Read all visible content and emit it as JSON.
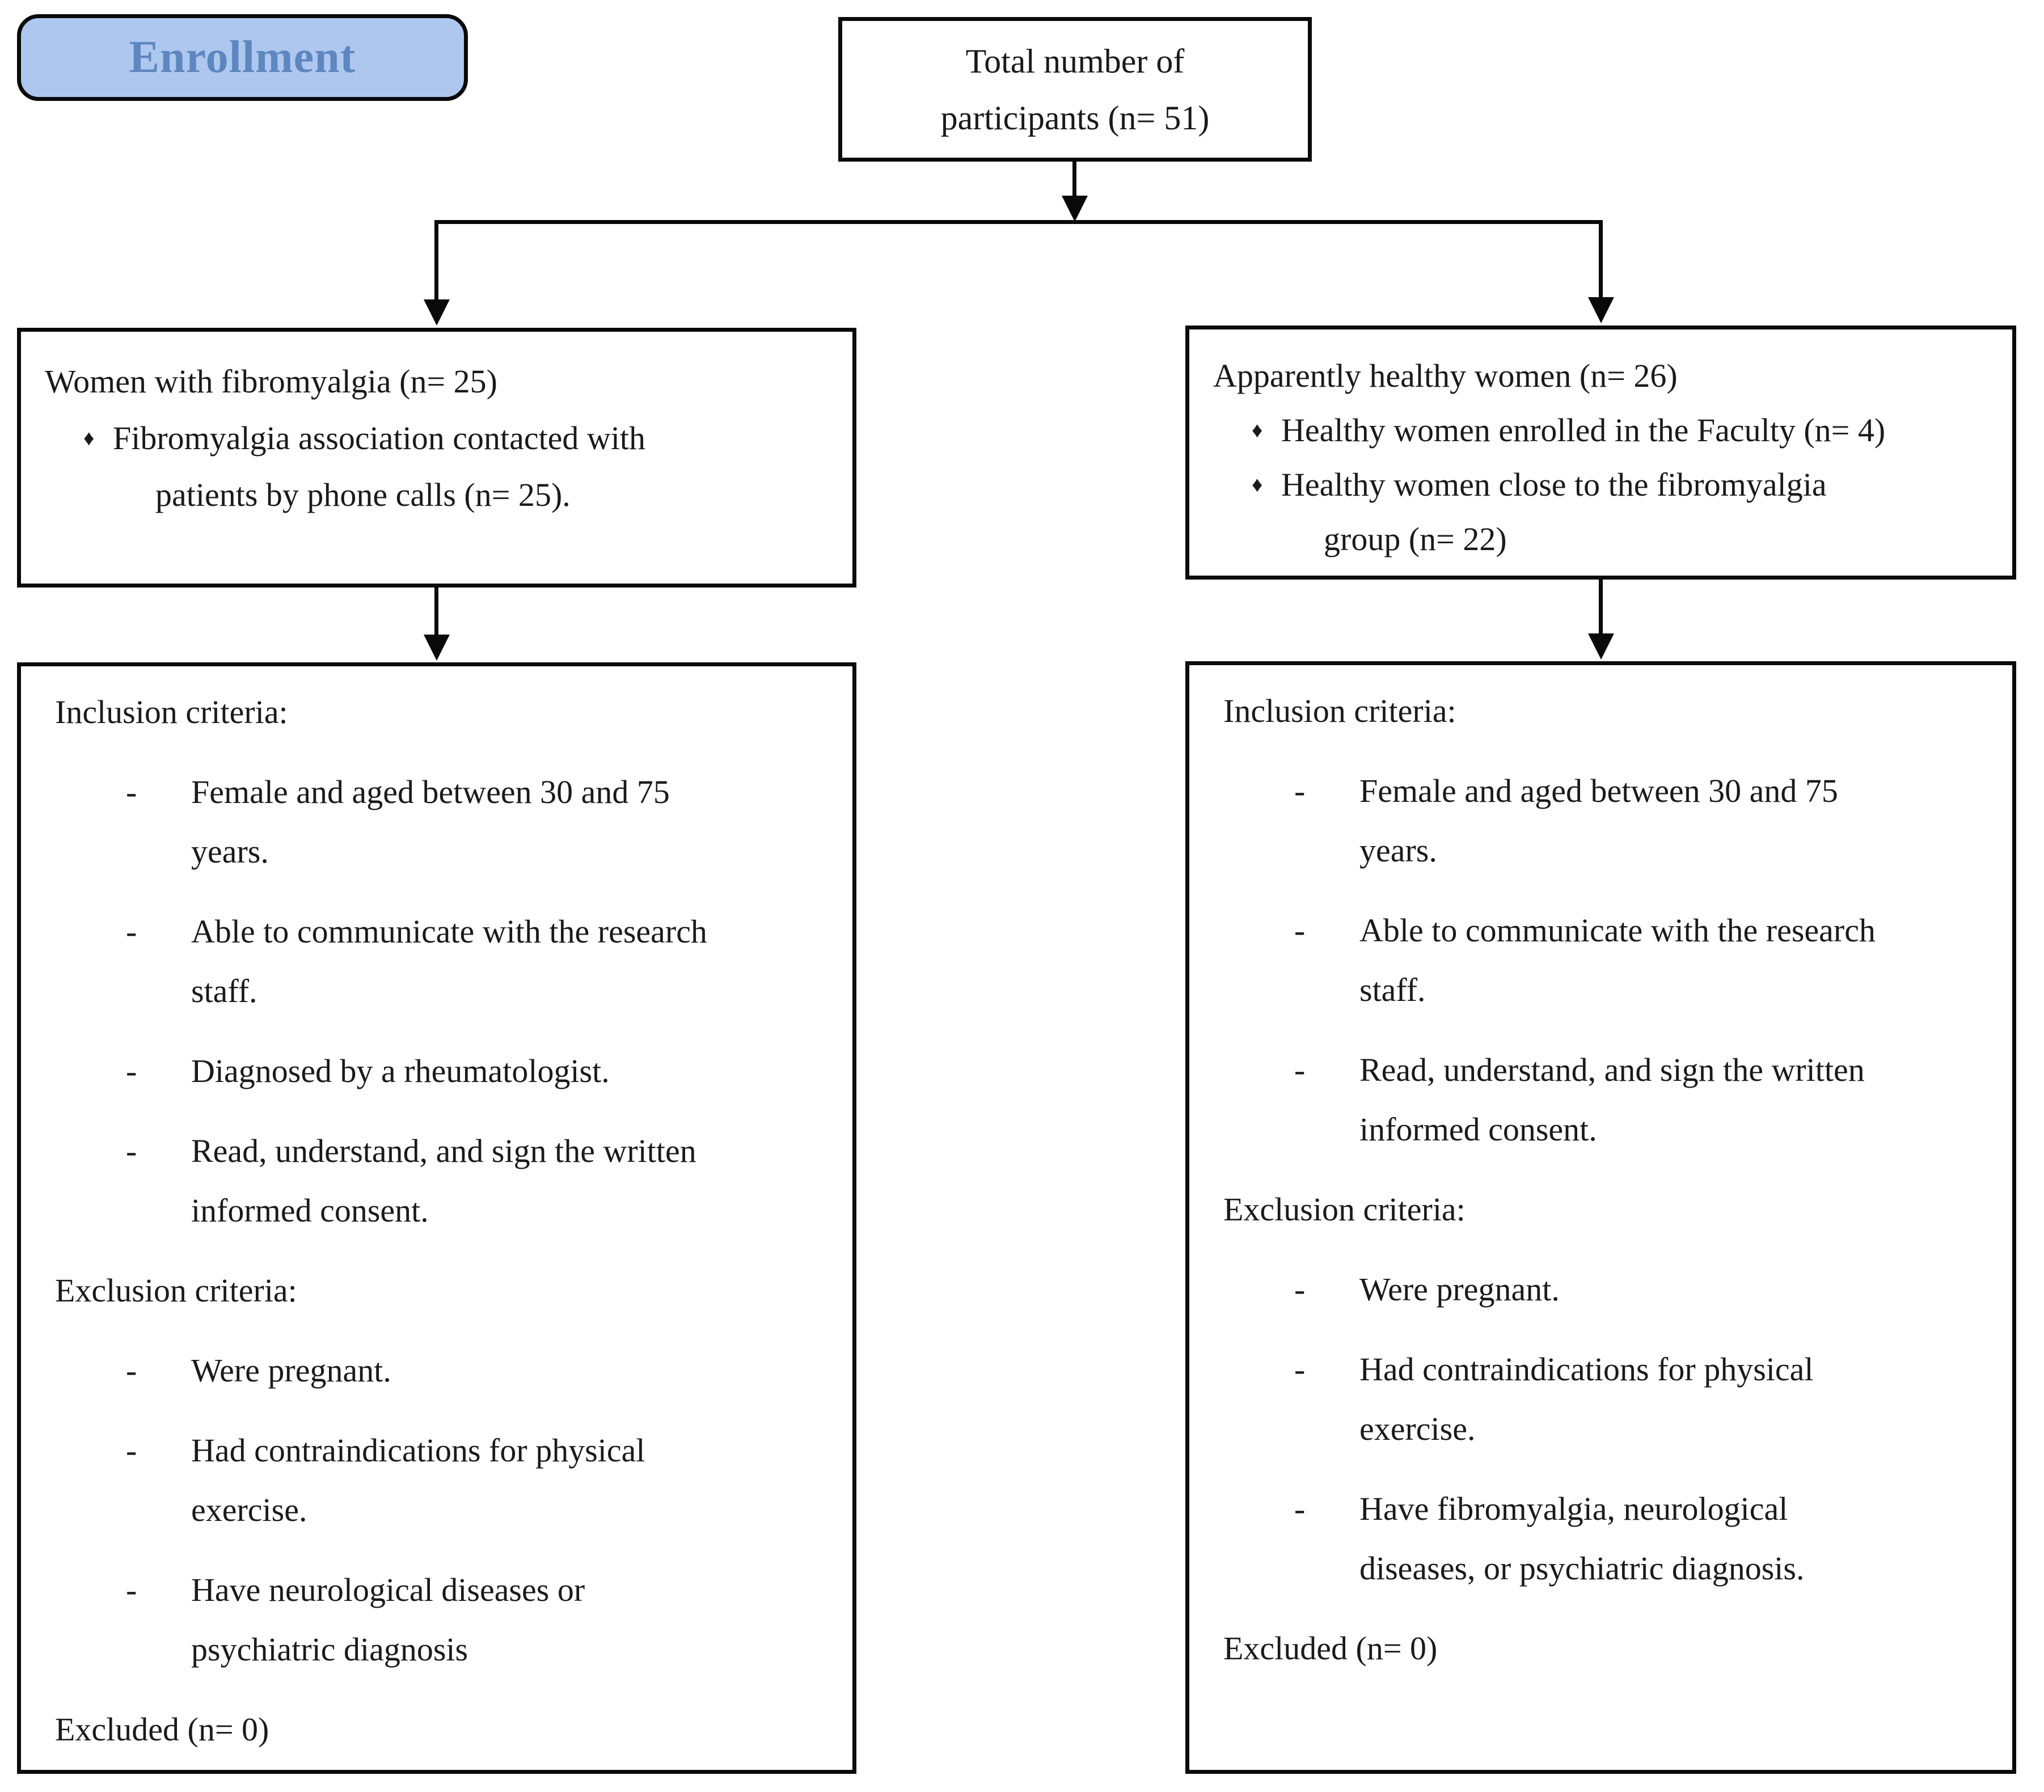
{
  "figure": {
    "type": "enrollment-flowchart",
    "stage_label": "Enrollment"
  },
  "colors": {
    "background": "#ffffff",
    "box_border": "#0a0a0a",
    "badge_bg": "#aec7ef",
    "badge_text": "#5e87c0",
    "text": "#1a1a1a"
  },
  "bullets": {
    "diamond": "♦",
    "dash": "-"
  },
  "total_box": {
    "line1": "Total number of",
    "line2": "participants (n= 51)"
  },
  "left_branch": {
    "title": "Women with fibromyalgia (n= 25)",
    "items": [
      {
        "lines": [
          "Fibromyalgia association contacted with",
          "patients by phone calls (n= 25)."
        ]
      }
    ]
  },
  "right_branch": {
    "title": "Apparently healthy women (n= 26)",
    "items": [
      {
        "lines": [
          "Healthy women enrolled in the Faculty (n= 4)"
        ]
      },
      {
        "lines": [
          "Healthy women close to the fibromyalgia",
          "group (n= 22)"
        ]
      }
    ]
  },
  "left_criteria": {
    "inclusion_header": "Inclusion criteria:",
    "inclusion_items": [
      {
        "lines": [
          "Female and aged between 30 and 75",
          "years."
        ]
      },
      {
        "lines": [
          "Able to communicate with the research",
          "staff."
        ]
      },
      {
        "lines": [
          "Diagnosed by a rheumatologist."
        ]
      },
      {
        "lines": [
          "Read, understand, and sign the written",
          "informed consent."
        ]
      }
    ],
    "exclusion_header": "Exclusion criteria:",
    "exclusion_items": [
      {
        "lines": [
          "Were pregnant."
        ]
      },
      {
        "lines": [
          "Had contraindications for physical",
          "exercise."
        ]
      },
      {
        "lines": [
          "Have neurological diseases or",
          "psychiatric diagnosis"
        ]
      }
    ],
    "excluded": "Excluded (n= 0)"
  },
  "right_criteria": {
    "inclusion_header": "Inclusion criteria:",
    "inclusion_items": [
      {
        "lines": [
          "Female and aged between 30 and 75",
          "years."
        ]
      },
      {
        "lines": [
          "Able to communicate with the research",
          "staff."
        ]
      },
      {
        "lines": [
          "Read, understand, and sign the written",
          "informed consent."
        ]
      }
    ],
    "exclusion_header": "Exclusion criteria:",
    "exclusion_items": [
      {
        "lines": [
          "Were pregnant."
        ]
      },
      {
        "lines": [
          "Had contraindications for physical",
          "exercise."
        ]
      },
      {
        "lines": [
          "Have fibromyalgia, neurological",
          "diseases, or psychiatric diagnosis."
        ]
      }
    ],
    "excluded": "Excluded (n= 0)"
  }
}
